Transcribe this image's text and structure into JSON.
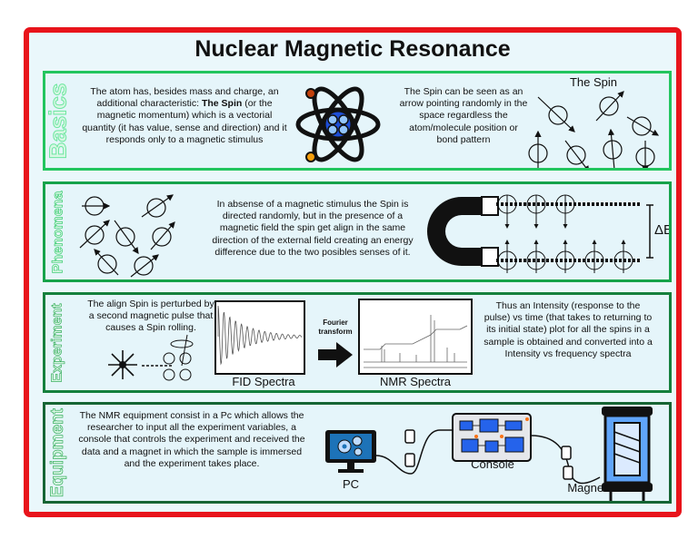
{
  "title": "Nuclear Magnetic Resonance",
  "sections": {
    "basics": {
      "label": "Basics",
      "text_a": "The atom has, besides mass and charge, an additional characteristic: ",
      "text_bold": "The Spin",
      "text_b": " (or the magnetic momentum) which is a vectorial quantity (it has value, sense and direction) and it responds only to a magnetic stimulus",
      "text2": "The Spin can be seen as an arrow pointing randomly in the space regardless the atom/molecule position or bond pattern",
      "spin_label": "The Spin"
    },
    "phenomena": {
      "label": "Phenomena",
      "text": "In absense of a magnetic stimulus the Spin is directed randomly, but in the presence of a magnetic field the spin get align in the same direction of the external field creating an energy difference due to the two posibles senses of it.",
      "delta_label": "ΔE"
    },
    "experiment": {
      "label": "Experiment",
      "text1": "The align Spin is perturbed by a second magnetic pulse that causes a Spin rolling.",
      "fid_label": "FID Spectra",
      "fourier_label": "Fourier transform",
      "nmr_label": "NMR Spectra",
      "text2": "Thus an Intensity (response to the pulse) vs time (that takes to returning to its initial state) plot for all the spins in a sample is obtained and converted into a Intensity vs frequency spectra"
    },
    "equipment": {
      "label": "Equipment",
      "text": "The NMR equipment consist in a Pc which allows the researcher to input all the experiment variables, a console that controls the experiment and received the data and a magnet in which the sample is immersed and the experiment takes place.",
      "pc_label": "PC",
      "console_label": "Console",
      "magnet_label": "Magnet"
    }
  },
  "colors": {
    "frame": "#e8141b",
    "basics": "#22c55e",
    "phenomena": "#16a34a",
    "experiment": "#15803d",
    "equipment": "#166534",
    "magnet": "#111111",
    "pc": "#1d73b8"
  }
}
